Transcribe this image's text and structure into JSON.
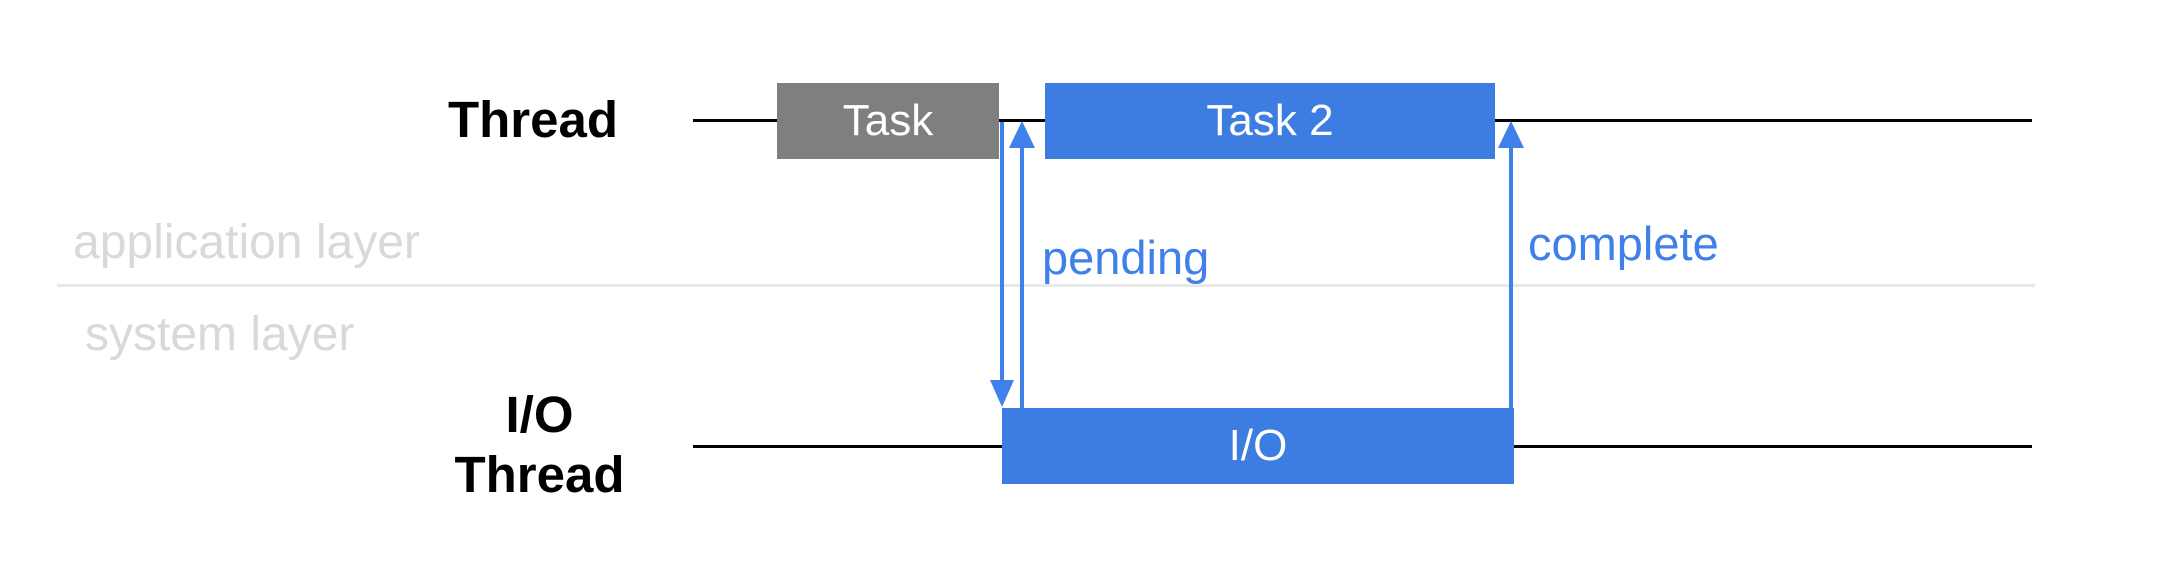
{
  "diagram": {
    "threads": {
      "app_thread": {
        "label": "Thread"
      },
      "io_thread": {
        "label_line1": "I/O",
        "label_line2": "Thread"
      }
    },
    "layers": {
      "application": "application layer",
      "system": "system layer"
    },
    "boxes": {
      "task1": "Task",
      "task2": "Task 2",
      "io": "I/O"
    },
    "arrows": {
      "pending": "pending",
      "complete": "complete"
    },
    "colors": {
      "box_blue": "#3d7de2",
      "arrow_blue": "#4080ea",
      "task_gray": "#7f7f7f",
      "layer_label_gray": "#d9d9d9",
      "divider_gray": "#e9e9e9",
      "timeline_black": "#000000"
    }
  }
}
